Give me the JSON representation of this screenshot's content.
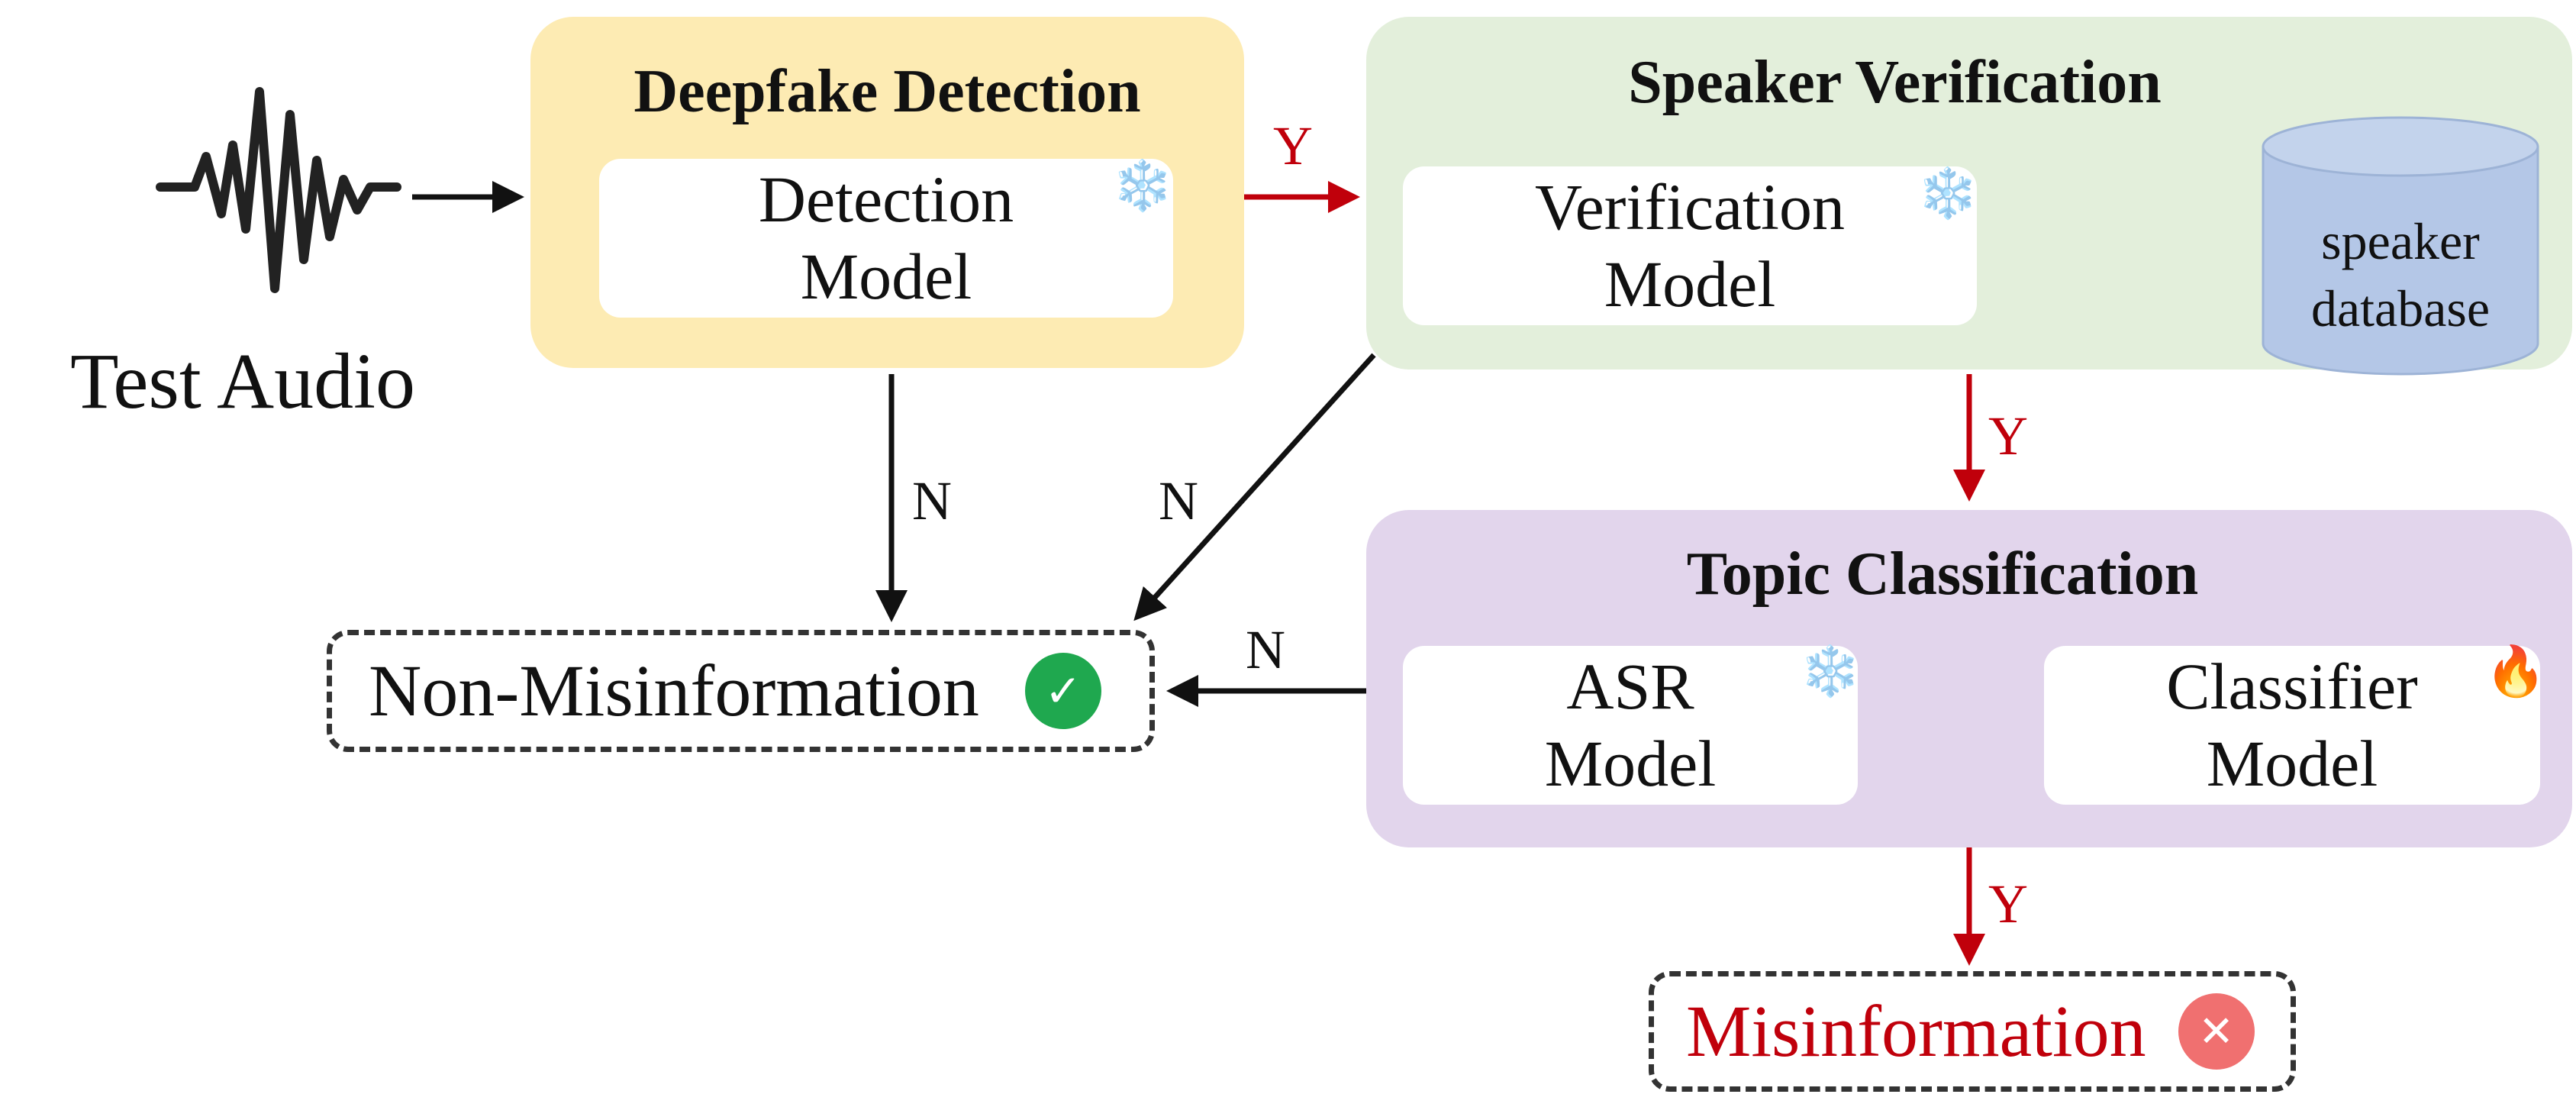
{
  "input": {
    "label": "Test Audio",
    "icon": "waveform-icon"
  },
  "deepfake": {
    "title": "Deepfake Detection",
    "model_line1": "Detection",
    "model_line2": "Model",
    "model_icon": "snowflake-icon",
    "model_emoji": "❄️",
    "color": "#fdebb3"
  },
  "speaker": {
    "title": "Speaker Verification",
    "model_line1": "Verification",
    "model_line2": "Model",
    "model_icon": "snowflake-icon",
    "model_emoji": "❄️",
    "db_line1": "speaker",
    "db_line2": "database",
    "db_color": "#b4c7e7",
    "color": "#e3efdb"
  },
  "topic": {
    "title": "Topic Classification",
    "asr_line1": "ASR",
    "asr_line2": "Model",
    "asr_icon": "snowflake-icon",
    "asr_emoji": "❄️",
    "clf_line1": "Classifier",
    "clf_line2": "Model",
    "clf_icon": "fire-icon",
    "clf_emoji": "🔥",
    "color": "#e2d5ec"
  },
  "edges": {
    "deepfake_yes": "Y",
    "deepfake_no": "N",
    "speaker_yes": "Y",
    "speaker_no": "N",
    "topic_yes": "Y",
    "topic_no": "N"
  },
  "outcomes": {
    "non_misinfo": "Non-Misinformation",
    "non_misinfo_icon": "check-circle-icon",
    "non_misinfo_color": "#1fa84f",
    "misinfo": "Misinformation",
    "misinfo_icon": "x-circle-icon",
    "misinfo_color": "#f07070",
    "misinfo_text_color": "#c0000b"
  },
  "colors": {
    "yes_arrow": "#c0000b",
    "no_arrow": "#111111"
  }
}
